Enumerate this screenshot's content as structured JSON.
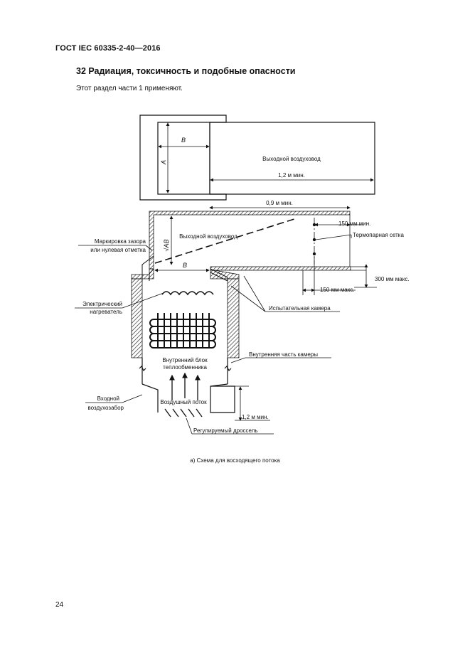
{
  "header": {
    "doc_code": "ГОСТ IEC 60335-2-40—2016"
  },
  "section": {
    "title": "32 Радиация, токсичность и подобные опасности",
    "body": "Этот раздел части 1 применяют."
  },
  "figure": {
    "labels": {
      "dim_A": "A",
      "dim_B_top": "B",
      "outlet_duct_top": "Выходной воздуховод",
      "min_1_2_top": "1,2 м мин.",
      "min_0_9": "0,9 м мин.",
      "marking_line1": "Маркировка зазора",
      "marking_line2": "или нулевая отметка",
      "dim_sqrt_AB": "√AB",
      "outlet_duct_mid": "Выходной воздуховод",
      "dim_B_mid": "B",
      "max_150_top": "150 мм мин.",
      "thermocouple_grid": "Термопарная сетка",
      "max_300": "300 мм макс.",
      "max_150_bottom": "150 мм макс.",
      "heater_line1": "Электрический",
      "heater_line2": "нагреватель",
      "test_chamber": "Испытательная камера",
      "inner_part": "Внутренняя часть камеры",
      "indoor_unit_line1": "Внутренний блок",
      "indoor_unit_line2": "теплообменника",
      "inlet_line1": "Входной",
      "inlet_line2": "воздухозабор",
      "air_flow": "Воздушный поток",
      "min_1_2_bottom": "1,2 м мин.",
      "damper": "Регулируемый дроссель"
    },
    "caption": "а) Схема для восходящего потока"
  },
  "footer": {
    "page_number": "24"
  }
}
